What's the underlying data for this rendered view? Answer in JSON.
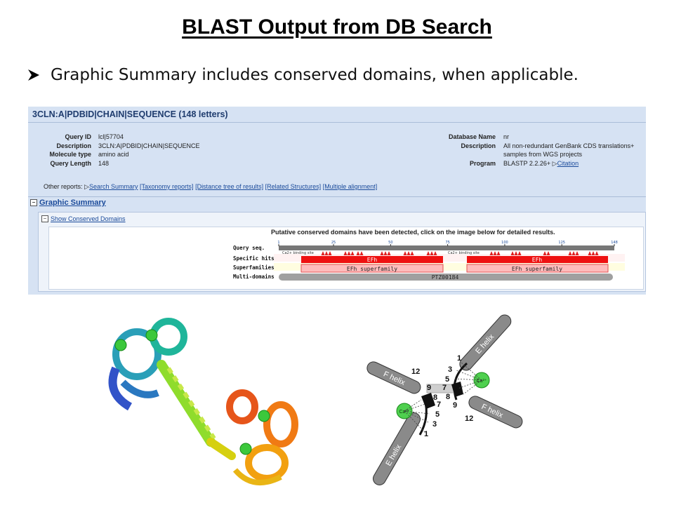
{
  "slide": {
    "title": "BLAST Output from DB Search",
    "bullet": "Graphic Summary includes conserved domains, when applicable."
  },
  "blast": {
    "header": "3CLN:A|PDBID|CHAIN|SEQUENCE (148 letters)",
    "left": [
      {
        "key": "Query ID",
        "value": "lcl|57704"
      },
      {
        "key": "Description",
        "value": "3CLN:A|PDBID|CHAIN|SEQUENCE"
      },
      {
        "key": "Molecule type",
        "value": "amino acid"
      },
      {
        "key": "Query Length",
        "value": "148"
      }
    ],
    "right": [
      {
        "key": "Database Name",
        "value": "nr"
      },
      {
        "key": "Description",
        "value": "All non-redundant GenBank CDS translations+"
      },
      {
        "key": "",
        "value": "samples from WGS projects"
      },
      {
        "key": "Program",
        "value": "BLASTP 2.2.26+",
        "link": "Citation"
      }
    ],
    "other_reports_label": "Other reports:",
    "other_reports": [
      "Search Summary",
      "[Taxonomy reports]",
      "[Distance tree of results]",
      "[Related Structures]",
      "[Multiple alignment]"
    ],
    "graphic_summary": "Graphic Summary",
    "toggle_minus": "−",
    "show_conserved": "Show Conserved Domains",
    "domain_message": "Putative conserved domains have been detected, click on the image below for detailed results.",
    "tracks": [
      "Query seq.",
      "Specific hits",
      "Superfamilies",
      "Multi-domains"
    ],
    "ticks": [
      "1",
      "25",
      "50",
      "75",
      "100",
      "125",
      "148"
    ],
    "binding_site": "Ca2+ binding site",
    "specific_hit": "EFh",
    "superfamily": "EFh superfamily",
    "multidomain": "PTZ00184",
    "colors": {
      "specific": "#ee1111",
      "superfamily": "#ffbcbc",
      "multidomain": "#a0a0a0",
      "triangle": "#e02020"
    }
  },
  "diagram": {
    "e_helix": "E helix",
    "f_helix": "F helix",
    "ion": "Ca²⁺",
    "positions": [
      "1",
      "3",
      "5",
      "7",
      "8",
      "9",
      "12"
    ]
  }
}
